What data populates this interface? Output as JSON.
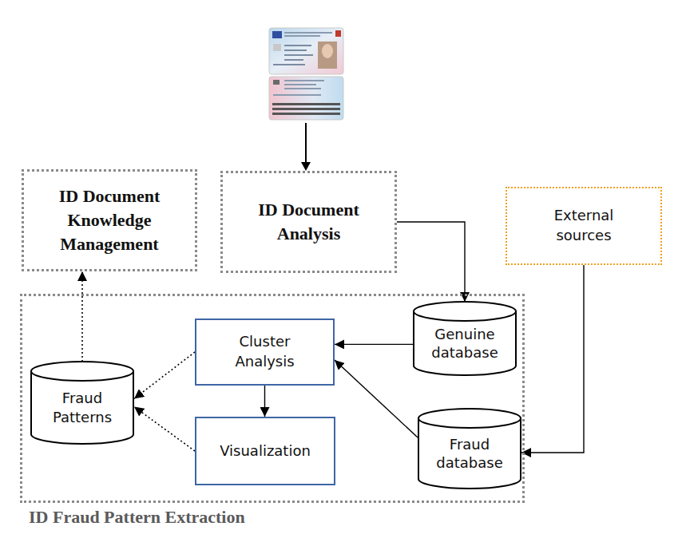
{
  "diagram": {
    "nodes": [
      {
        "text": [
          "ID Document Knowledge Management"
        ]
      },
      {
        "text": [
          "ID Document Analysis"
        ]
      },
      {
        "text": [
          "External sources"
        ]
      },
      {
        "text": [
          "ID Fraud Pattern Extraction"
        ]
      },
      {
        "text": [
          "Cluster Analysis"
        ],
        "in": 3
      },
      {
        "text": [
          "Genuine database"
        ],
        "in": 3
      },
      {
        "text": [
          "Fraud Patterns"
        ],
        "in": 3
      },
      {
        "text": [
          "Visualization"
        ],
        "in": 3
      },
      {
        "text": [
          "Fraud database"
        ],
        "in": 3
      }
    ],
    "edges": [
      {
        "from": 1,
        "to": 5,
        "arrow": "to"
      },
      {
        "from": 2,
        "to": 8,
        "arrow": "to"
      },
      {
        "from": 5,
        "to": 4,
        "arrow": "to"
      },
      {
        "from": 8,
        "to": 4,
        "arrow": "to"
      },
      {
        "from": 4,
        "to": 7,
        "arrow": "to"
      },
      {
        "from": 4,
        "to": 6,
        "arrow": "to"
      },
      {
        "from": 7,
        "to": 6,
        "arrow": "to"
      },
      {
        "from": 6,
        "to": 0,
        "arrow": "to"
      }
    ]
  }
}
